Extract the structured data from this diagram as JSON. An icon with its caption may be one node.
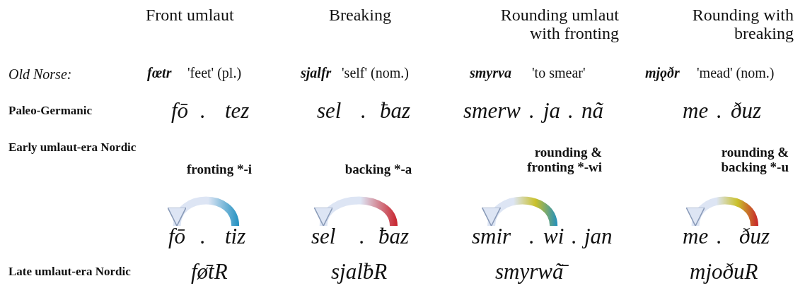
{
  "diagram": {
    "nodes": [
      {
        "text": [
          "fō"
        ]
      },
      {
        "text": [
          "tiz"
        ]
      },
      {
        "text": [
          "sel"
        ]
      },
      {
        "text": [
          "ƀaz"
        ]
      },
      {
        "text": [
          "smir"
        ]
      },
      {
        "text": [
          "wi"
        ]
      },
      {
        "text": [
          "jan"
        ]
      },
      {
        "text": [
          "me"
        ]
      },
      {
        "text": [
          "ðuz"
        ]
      }
    ],
    "edges": [
      {
        "from": 1,
        "to": 0,
        "arrow": "to",
        "label": "fronting *-i"
      },
      {
        "from": 3,
        "to": 2,
        "arrow": "to",
        "label": "backing *-a"
      },
      {
        "from": 5,
        "to": 4,
        "arrow": "to",
        "label": "rounding & fronting *-wi"
      },
      {
        "from": 8,
        "to": 7,
        "arrow": "to",
        "label": "rounding & backing *-u"
      }
    ],
    "labels": [
      "Front umlaut",
      "Breaking",
      "Rounding umlaut with fronting",
      "Rounding with breaking",
      "Old Norse:",
      "fœtr",
      "'feet' (pl.)",
      "sjalfr",
      "'self' (nom.)",
      "smyrva",
      "'to smear'",
      "mjǫðr",
      "'mead' (nom.)",
      "Paleo-Germanic",
      "fō",
      ".",
      "tez",
      "sel",
      ".",
      "ƀaz",
      "smerw",
      ".",
      "ja",
      ".",
      "nã",
      "me",
      ".",
      "ðuz",
      "Early umlaut-era Nordic",
      ".",
      ".",
      ".",
      ".",
      ".",
      "Late umlaut-era Nordic",
      "fø̄tR",
      "sjalƀR",
      "smyrwã̄",
      "mjoðuR"
    ]
  }
}
